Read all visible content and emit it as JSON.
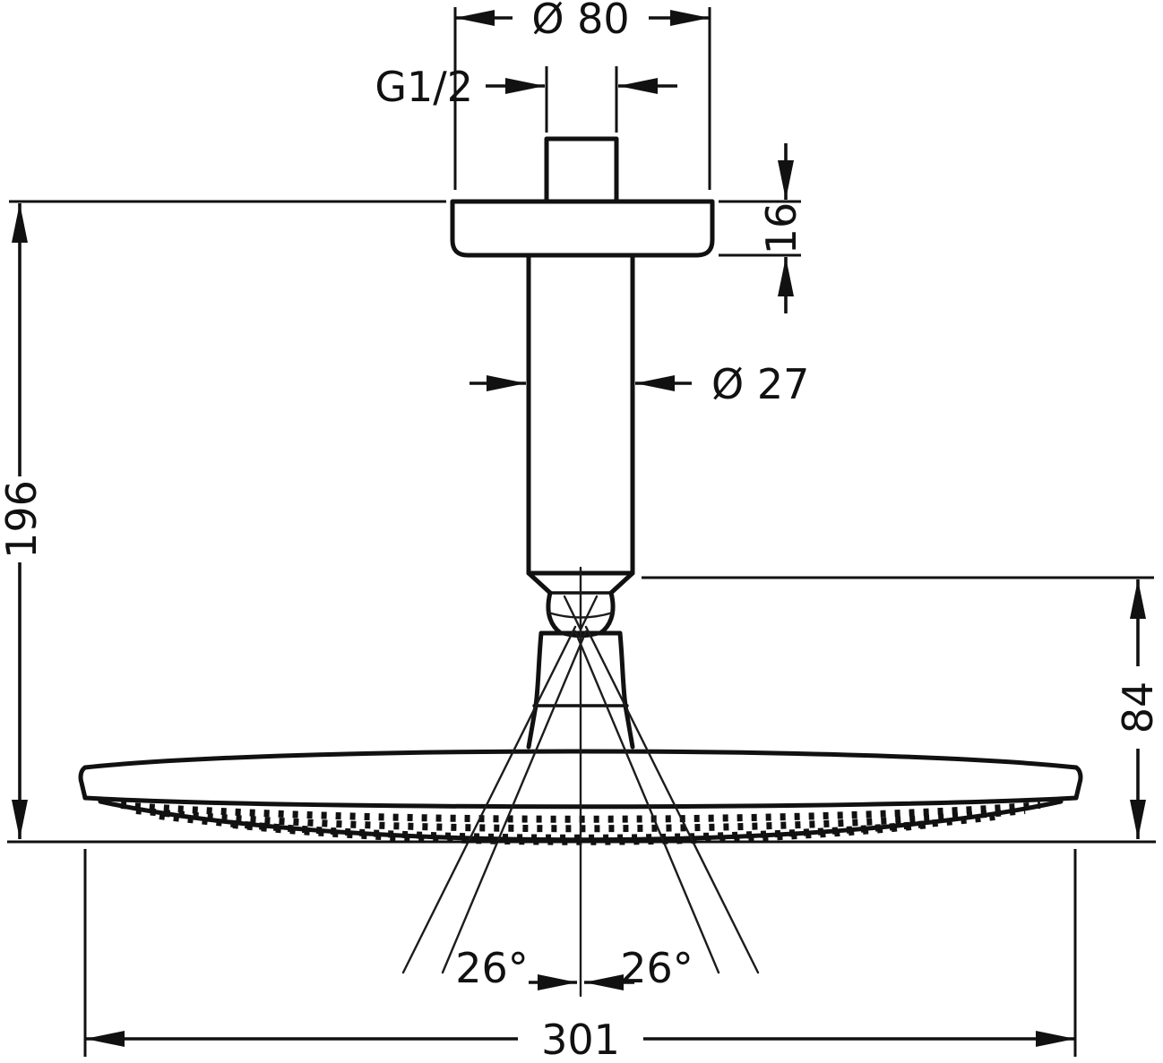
{
  "diagram": {
    "colors": {
      "line": "#111111",
      "background": "#ffffff"
    },
    "dimensions": {
      "flange_diameter": "Ø 80",
      "thread_size": "G1/2",
      "flange_height": "16",
      "arm_diameter": "Ø 27",
      "overall_height": "196",
      "head_offset_height": "84",
      "spray_angle_left": "26°",
      "spray_angle_right": "26°",
      "head_diameter": "301"
    }
  }
}
